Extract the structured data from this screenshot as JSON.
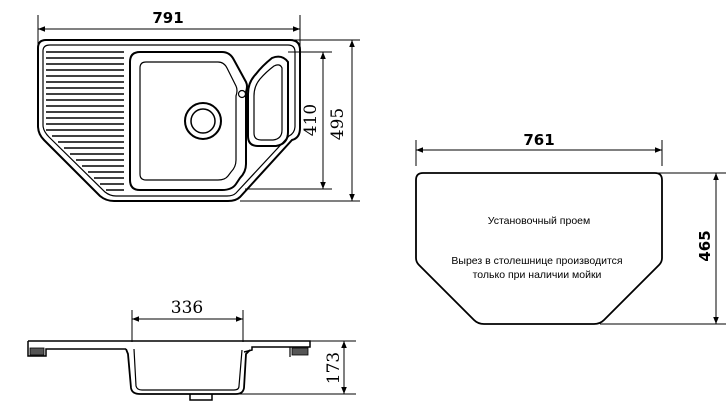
{
  "top_view": {
    "width_label": "791",
    "depth_label": "495",
    "bowl_depth_label": "410"
  },
  "side_view": {
    "bowl_width_label": "336",
    "height_label": "173"
  },
  "cutout": {
    "width_label": "761",
    "depth_label": "465",
    "title": "Установочный проем",
    "note_line1": "Вырез в столешнице производится",
    "note_line2": "только при наличии мойки"
  }
}
